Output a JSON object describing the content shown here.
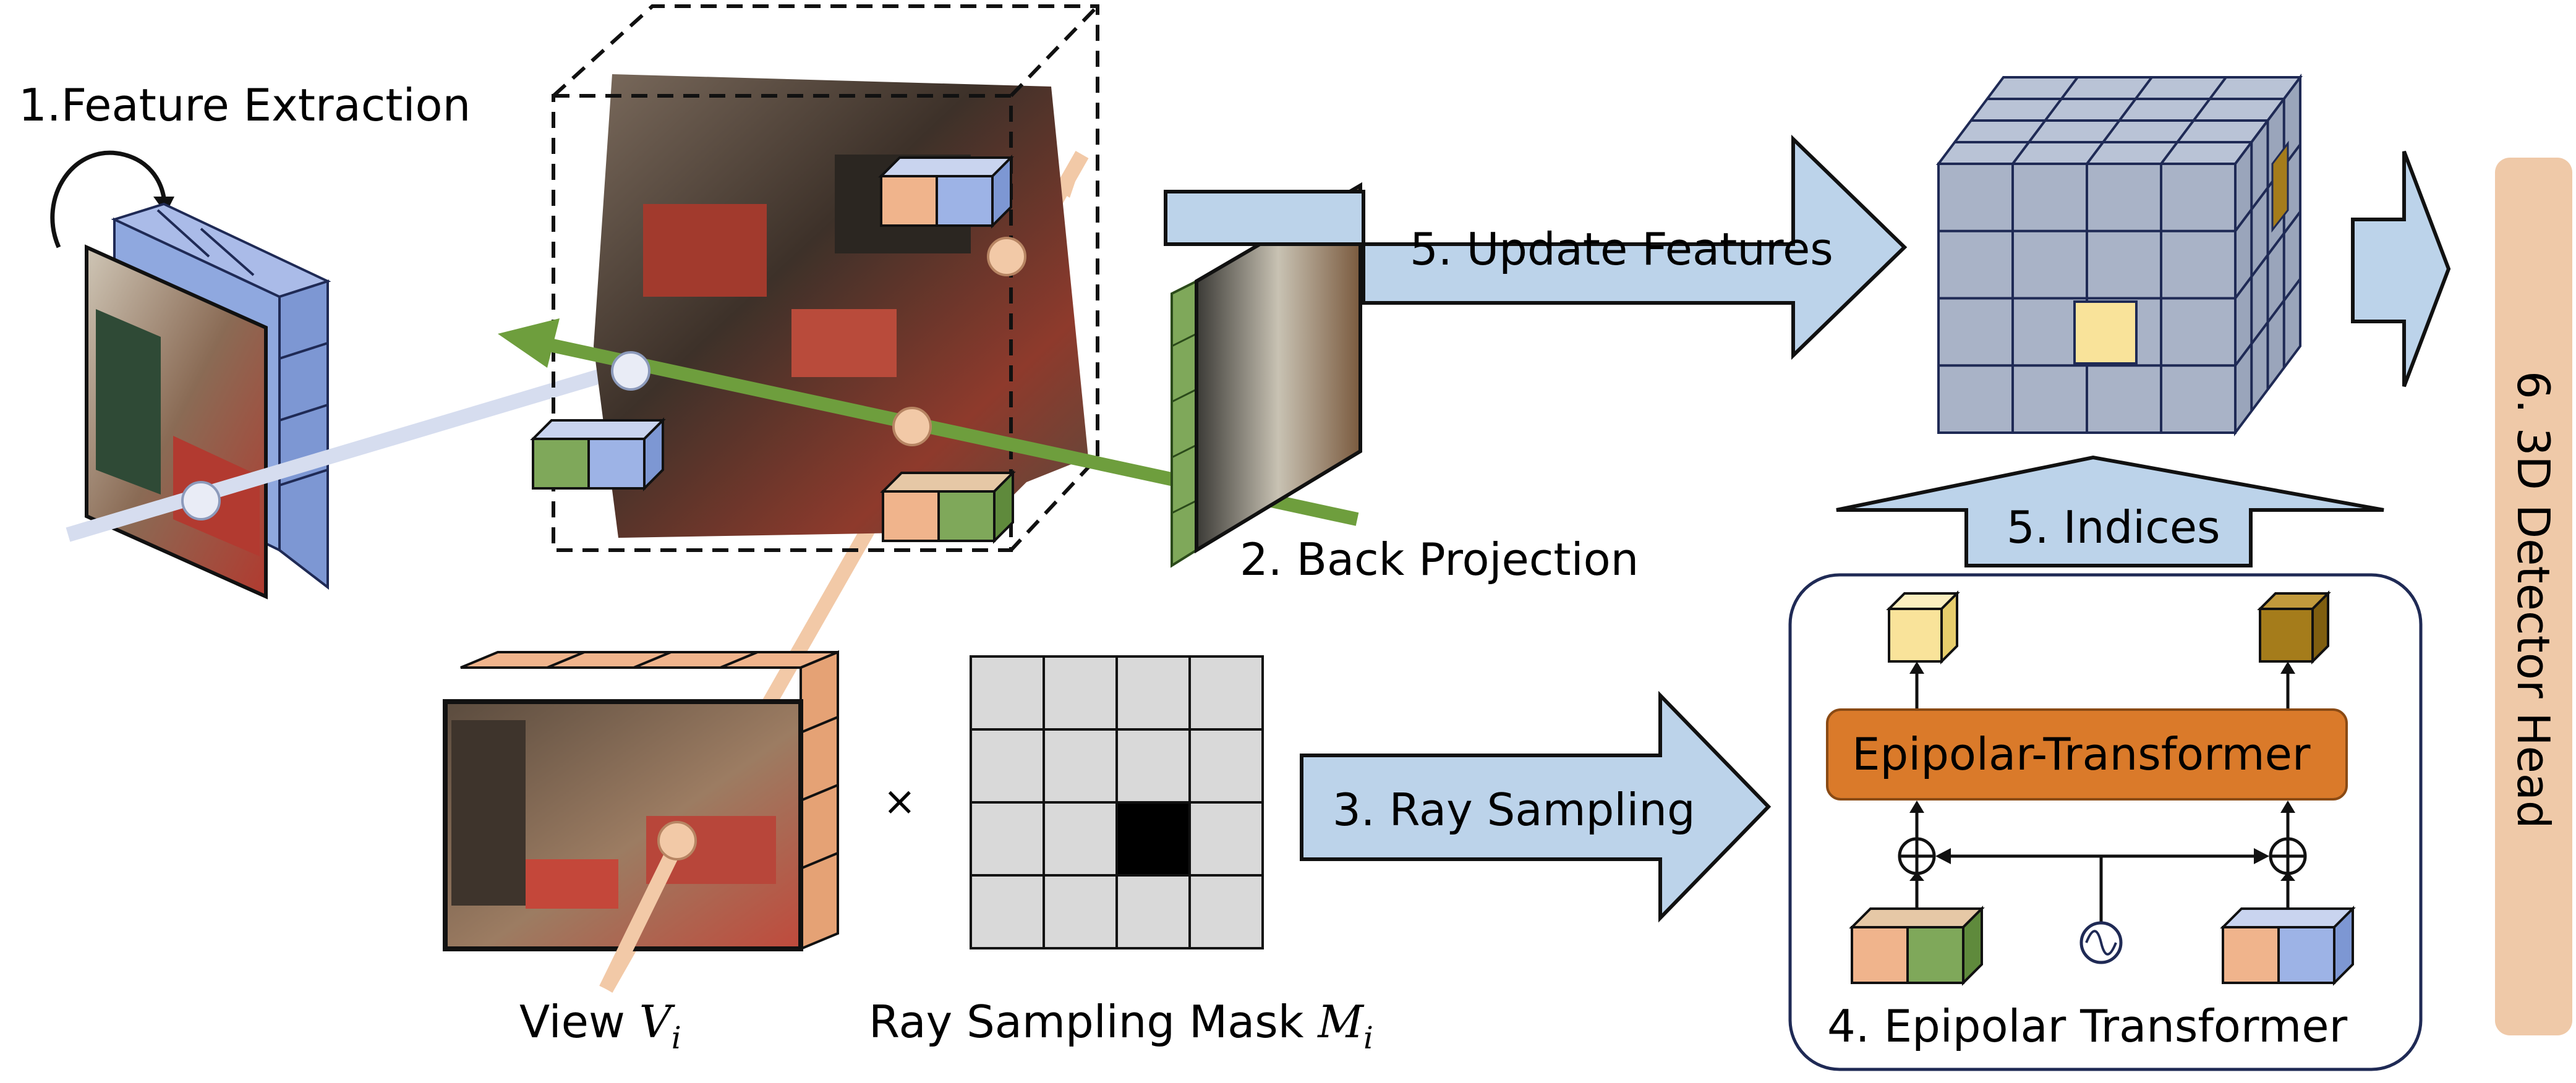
{
  "labels": {
    "feature_extraction": "1.Feature Extraction",
    "back_projection": "2. Back Projection",
    "ray_sampling": "3. Ray Sampling",
    "epipolar_transformer_caption": "4. Epipolar Transformer",
    "update_features": "5. Update Features",
    "indices": "5. Indices",
    "detector_head": "6. 3D Detector Head",
    "epipolar_block": "Epipolar-Transformer",
    "view_prefix": "View ",
    "view_symbol": "V",
    "view_subscript": "i",
    "mask_prefix": "Ray Sampling Mask ",
    "mask_symbol": "M",
    "mask_subscript": "i",
    "times": "×"
  },
  "colors": {
    "arrow_fill": "#bcd3ea",
    "cell_blue": "#9db3e6",
    "cell_orange": "#f0b48c",
    "cell_green": "#7fa85a",
    "voxel_face": "#a9b3c7",
    "voxel_highlight": "#f9e39a",
    "voxel_dark": "#a57c1b",
    "epipolar_block": "#da7a2a",
    "head_bar": "#efc9a8",
    "ray_blue": "#d6ddef",
    "ray_orange": "#f2c9a7",
    "ray_green": "#6e9e3d",
    "mask_grey": "#d9d9d9",
    "mask_black": "#000000"
  }
}
